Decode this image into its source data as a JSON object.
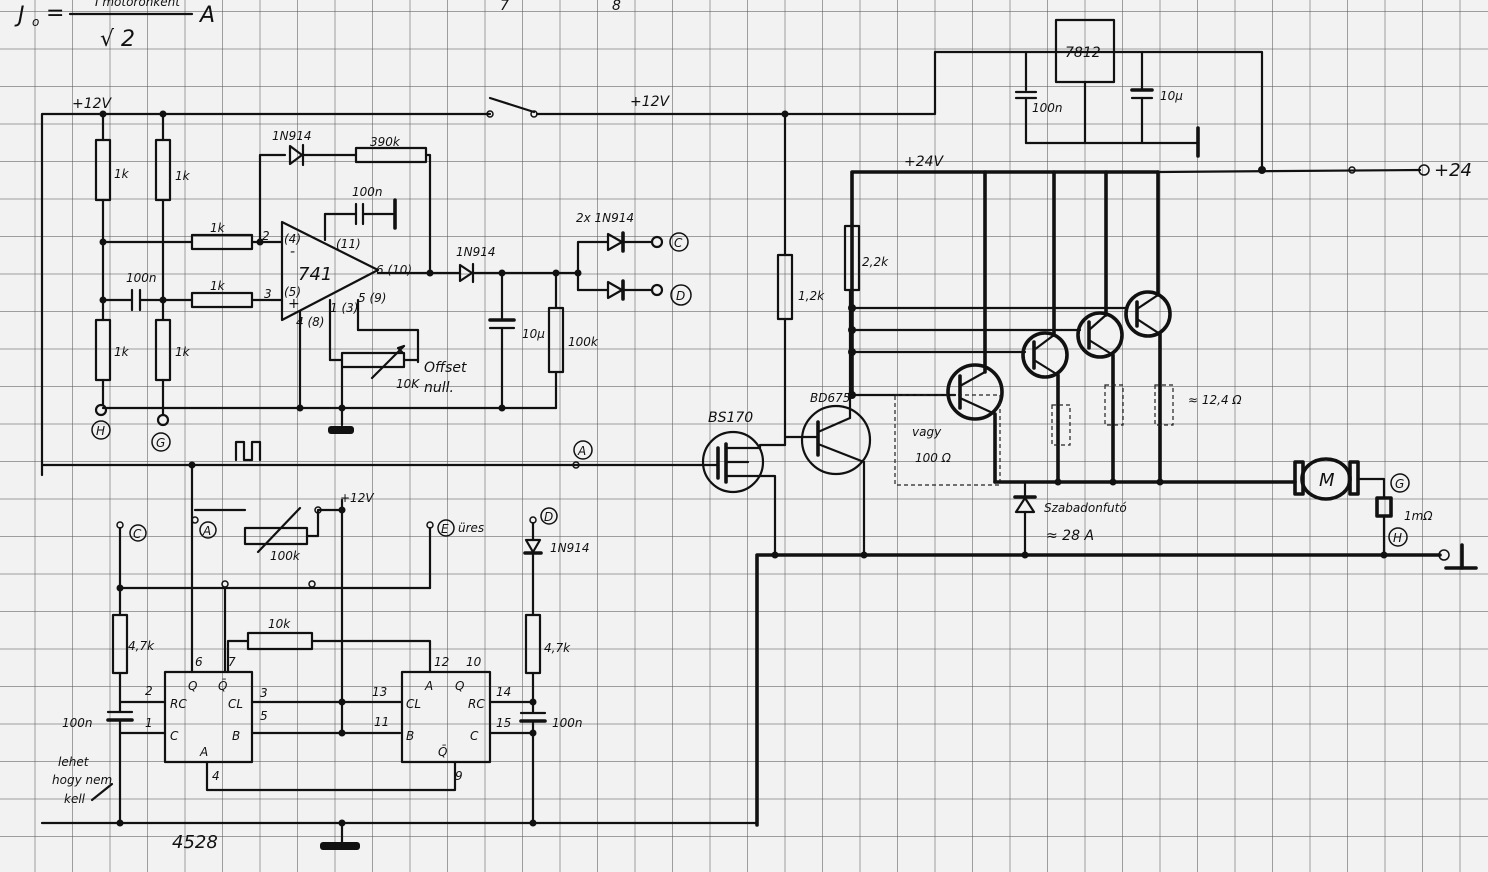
{
  "formula": {
    "lhs": "J",
    "sub": "o",
    "numerator": "I motoronkent",
    "denominator": "√ 2",
    "unit": "A"
  },
  "page_marks": [
    "7",
    "8"
  ],
  "supply": {
    "plus12_left": "+12V",
    "plus12_top": "+12V",
    "plus24": "+24V",
    "plus24_out": "+24",
    "plus12_lower": "+12V",
    "regulator": "7812",
    "cap_reg_in": "100n",
    "cap_reg_out": "10µ"
  },
  "opamp": {
    "name": "741",
    "pin2": "2",
    "pin2b": "(4)",
    "pin3": "3",
    "pin3b": "(5)",
    "pin6": "6 (10)",
    "pin5": "5 (9)",
    "pin1": "1 (3)",
    "pin11": "(11)",
    "pin48": "4 (8)",
    "minus": "-",
    "plus": "+"
  },
  "parts": {
    "r1": "1k",
    "r2": "1k",
    "r3": "1k",
    "r4": "1k",
    "r5": "1k",
    "r6": "1k",
    "r390": "390k",
    "d1": "1N914",
    "c100n_a": "100n",
    "c100n_b": "100n",
    "d2": "1N914",
    "c10u": "10µ",
    "r100k": "100k",
    "dd": "2x 1N914",
    "pot": "10K",
    "offset": "Offset",
    "null": "null.",
    "r12k": "1,2k",
    "r22k": "2,2k",
    "bs170": "BS170",
    "bd675": "BD675",
    "vagy": "vagy",
    "r100_ohm": "100 Ω",
    "r_par": "≈ 12,4 Ω",
    "free": "Szabadonfutó",
    "free_i": "≈ 28 A",
    "m": "M",
    "shunt": "1mΩ",
    "pot100k": "100k",
    "r10k": "10k",
    "r47k_a": "4,7k",
    "r47k_b": "4,7k",
    "cap100n_l": "100n",
    "cap100n_r": "100n",
    "d3": "1N914",
    "ures": "üres",
    "note": [
      "lehet",
      "hogy nem",
      "kell"
    ],
    "ic": "4528"
  },
  "nodes": {
    "c": "C",
    "d": "D",
    "h": "H",
    "g": "G",
    "a": "A",
    "e": "E",
    "g2": "G",
    "h2": "H"
  },
  "ic_pins_left": {
    "q": "Q",
    "qbar": "Q̄",
    "rc": "RC",
    "cl": "CL",
    "c": "C",
    "b": "B",
    "a": "A",
    "p1": "1",
    "p2": "2",
    "p3": "3",
    "p4": "4",
    "p5": "5",
    "p6": "6",
    "p7": "7"
  },
  "ic_pins_right": {
    "a": "A",
    "q": "Q",
    "rc": "RC",
    "cl": "CL",
    "b": "B",
    "c": "C",
    "qbar": "Q̄",
    "p9": "9",
    "p10": "10",
    "p11": "11",
    "p12": "12",
    "p13": "13",
    "p14": "14",
    "p15": "15"
  }
}
